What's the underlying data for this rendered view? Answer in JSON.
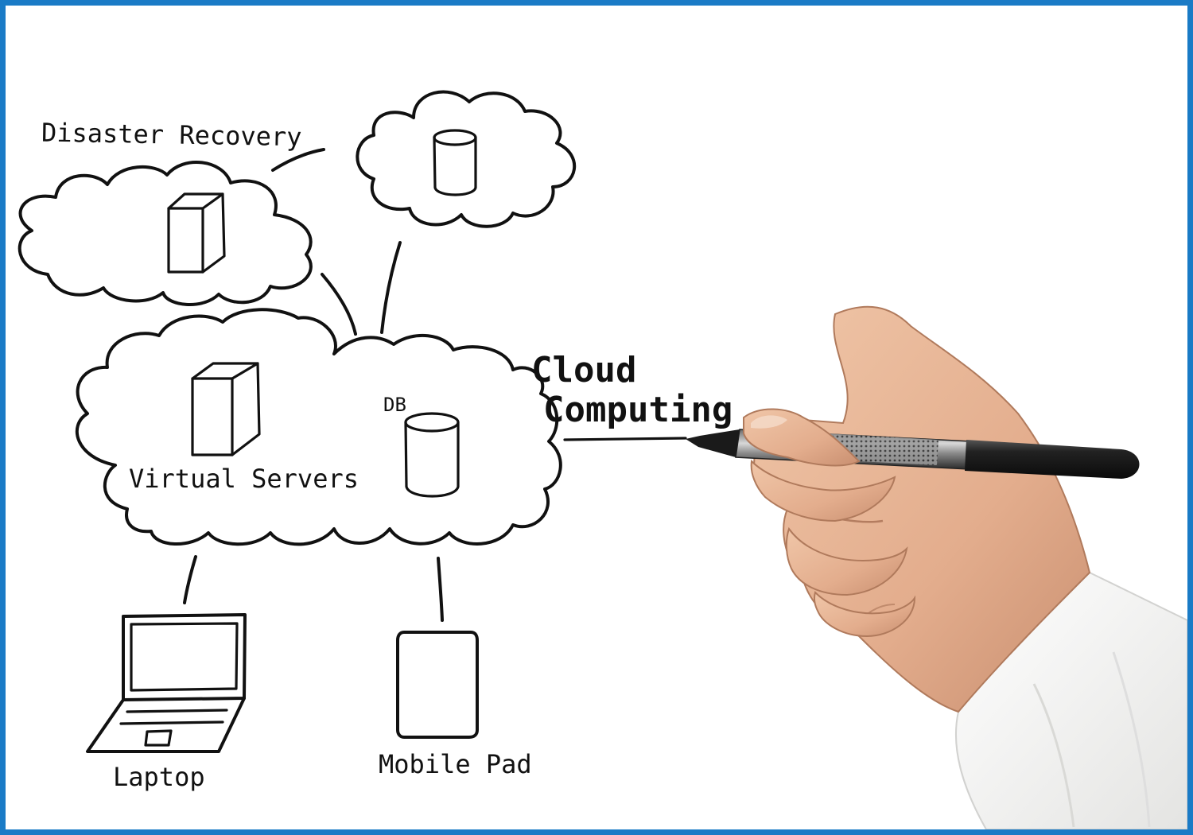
{
  "labels": {
    "disaster_recovery": "Disaster Recovery",
    "cloud_title_line1": "Cloud",
    "cloud_title_line2": "Computing",
    "db": "DB",
    "virtual_servers": "Virtual Servers",
    "laptop": "Laptop",
    "mobile_pad": "Mobile Pad"
  },
  "colors": {
    "frame_border": "#1a7bc6",
    "ink": "#111111",
    "background": "#ffffff",
    "skin": "#e8b798",
    "sleeve": "#f7f7f5"
  }
}
